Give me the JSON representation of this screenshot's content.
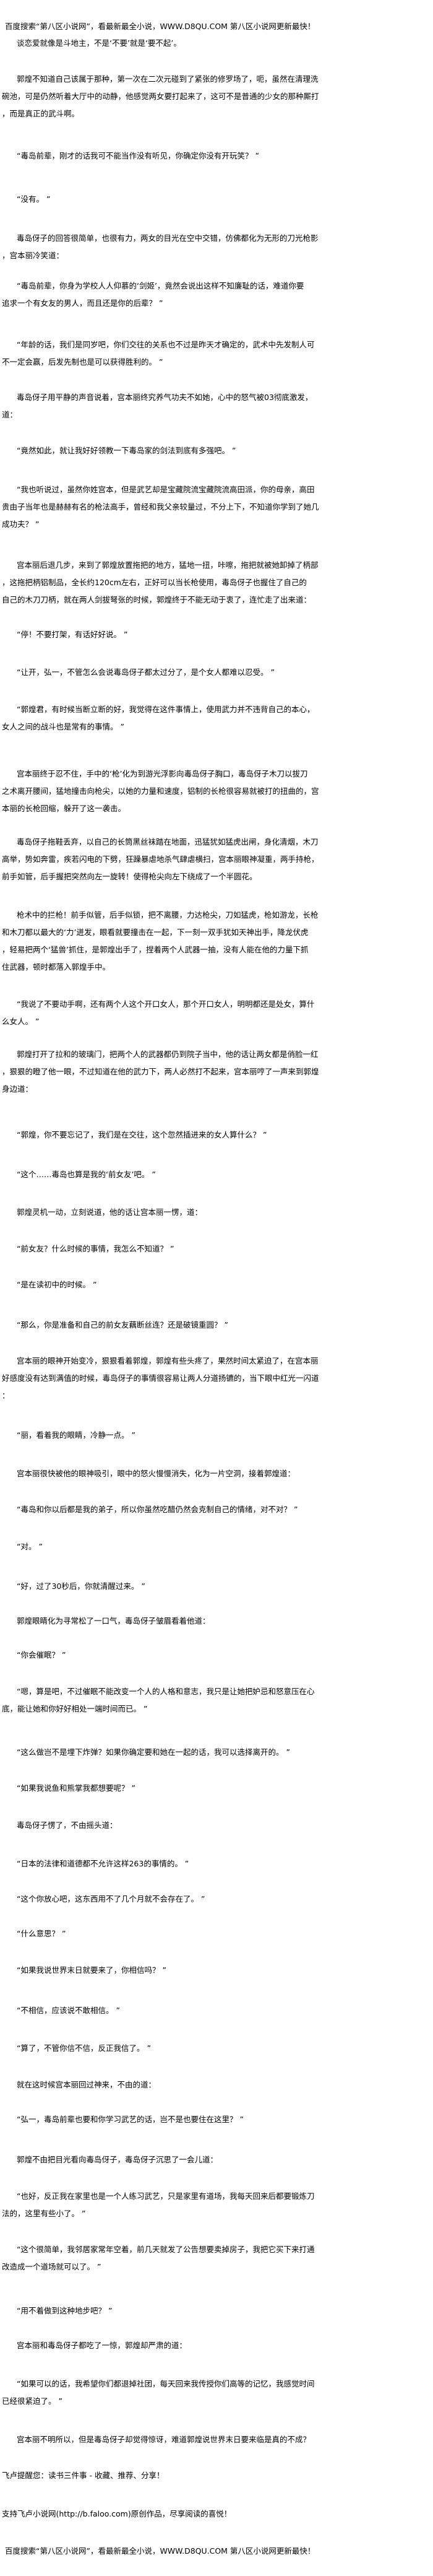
{
  "header_notice": "百度搜索“第八区小说网”，看最新最全小说，WWW.D8QU.COM  第八区小说网更新最快！",
  "tagline": "谈恋爱就像是斗地主，不是‘不要’就是‘要不起’。",
  "paragraphs": [
    {
      "lines": [
        "郭煌不知道自己该属于那种，第一次在二次元碰到了紧张的修罗场了，呃，虽然在清理洗",
        "碗池，可是仍然听着大厅中的动静，他感觉两女要打起来了，这可不是普通的少女的那种厮打",
        "，而是真正的武斗啊。"
      ]
    },
    {
      "lines": [
        "“毒岛前辈，刚才的话我可不能当作没有听见，你确定你没有开玩笑？ ”"
      ]
    },
    {
      "lines": [
        "“没有。 ”"
      ]
    },
    {
      "lines": [
        "毒岛伢子的回答很简单，也很有力，两女的目光在空中交错，仿佛都化为无形的刀光枪影",
        "，宫本丽冷笑道："
      ]
    },
    {
      "lines": [
        "“毒岛前辈，你身为学校人人仰慕的‘剑姬’，竟然会说出这样不知廉耻的话，难道你要",
        "追求一个有女友的男人，而且还是你的后辈？ ”"
      ]
    },
    {
      "lines": [
        "“年龄的话，我们是同岁吧，你们交往的关系也不过是昨天才确定的，武术中先发制人可",
        "不一定会赢，后发先制也是可以获得胜利的。 ”"
      ]
    },
    {
      "lines": [
        "毒岛伢子用平静的声音说着，宫本丽终究养气功夫不如她，心中的怒气被03彻底激发，",
        "道："
      ]
    },
    {
      "lines": [
        "“竟然如此，就让我好好领教一下毒岛家的剑法到底有多强吧。 ”"
      ]
    },
    {
      "lines": [
        "“我也听说过，虽然你姓宫本，但是武艺却是宝藏院流宝藏院流高田派，你的母亲，高田",
        "贵由子当年也是赫赫有名的枪法高手，曾经和我父亲较量过，不分上下，不知道你学到了她几",
        "成功夫？ ”"
      ]
    },
    {
      "lines": [
        "宫本丽后退几步，来到了郭煌放置拖把的地方，猛地一扭，咔嚓，拖把就被她卸掉了柄部",
        "，这拖把柄铝制品，全长约120cm左右，正好可以当长枪使用，毒岛伢子也握住了自己的",
        "自己的木刀刀柄，就在两人剑拔弩张的时候，郭煌终于不能无动于衷了，连忙走了出来道："
      ]
    },
    {
      "lines": [
        "“停！不要打架，有话好好说。 ”"
      ]
    },
    {
      "lines": [
        "“让开，弘一，不管怎么会说毒岛伢子都太过分了，是个女人都难以忍受。 ”"
      ]
    },
    {
      "lines": [
        "“郭煌君，有时候当断立断的好，我觉得在这件事情上，使用武力并不违背自己的本心，",
        "女人之间的战斗也是常有的事情。 ”"
      ]
    },
    {
      "lines": [
        "宫本丽终于忍不住，手中的‘枪’化为到游光浮影向毒岛伢子胸口，毒岛伢子木刀以拔刀",
        "之术离开腰间，猛地撞击向枪尖，以她的力量和速度，铝制的长枪很容易就被打的扭曲的，宫",
        "本丽的长枪回缩，躲开了这一袭击。"
      ]
    },
    {
      "lines": [
        "毒岛伢子拖鞋丢弃，以自己的长筒黑丝袜踏在地面，迅猛犹如猛虎出闸，身化清烟，木刀",
        "高举，势如奔雷，疾若闪电的下劈，狂躁暴虐地杀气肆虐横扫，宫本丽眼神凝重，两手持枪，",
        "前手如管，后手握把突然向左一旋转！使得枪尖向左下绕成了一个半圆花。"
      ]
    },
    {
      "lines": [
        "枪术中的拦枪！前手似管，后手似锁，把不离腰，力达枪尖，刀如猛虎，枪如游龙，长枪",
        "和木刀都以最大的‘力’迸发，眼看就要撞击在一起，下一刻一双手犹如天神出手，降龙伏虎",
        "，轻易把两个‘猛兽’抓住，是郭煌出手了，捏着两个人武器一抽，没有人能在他的力量下抓",
        "住武器，顿时都落入郭煌手中。"
      ]
    },
    {
      "lines": [
        "“我说了不要动手啊，还有两个人这个开口女人，那个开口女人，明明都还是处女，算什",
        "么女人。 ”"
      ]
    },
    {
      "lines": [
        "郭煌打开了拉和的玻璃门，把两个人的武器都仍到院子当中，他的话让两女都是俏脸一红",
        "，狠狠的瞪了他一眼，不过知道在他的武力下，两人必然打不起来，宫本丽哼了一声来到郭煌",
        "身边道："
      ]
    },
    {
      "lines": [
        "“郭煌，你不要忘记了，我们是在交往，这个忽然插进来的女人算什么？ ”"
      ]
    },
    {
      "lines": [
        "“这个……毒岛也算是我的‘前女友’吧。 ”"
      ]
    },
    {
      "lines": [
        "郭煌灵机一动，立刻说道，他的话让宫本丽一愣，道："
      ]
    },
    {
      "lines": [
        "“前女友？什么时候的事情，我怎么不知道？ ”"
      ]
    },
    {
      "lines": [
        "“是在读初中的时候。 ”"
      ]
    },
    {
      "lines": [
        "“那么，你是准备和自己的前女友藕断丝连？还是破镜重圆？ ”"
      ]
    },
    {
      "lines": [
        "宫本丽的眼神开始变冷，狠狠看着郭煌，郭煌有些头疼了，果然时间太紧迫了，在宫本丽",
        "好感度没有达到满值的时候，毒岛伢子的事情很容易让两人分道扬镳的，当下眼中红光一闪道",
        "："
      ]
    },
    {
      "lines": [
        "“丽，看着我的眼睛，冷静一点。 ”"
      ]
    },
    {
      "lines": [
        "宫本丽很快被他的眼神吸引，眼中的怒火慢慢消失，化为一片空洞，接着郭煌道："
      ]
    },
    {
      "lines": [
        "“毒岛和你以后都是我的弟子，所以你虽然吃醋仍然会克制自己的情绪，对不对？ ”"
      ]
    },
    {
      "lines": [
        "“对。 ”"
      ]
    },
    {
      "lines": [
        "“好，过了30秒后，你就清醒过来。 ”"
      ]
    },
    {
      "lines": [
        "郭煌眼睛化为寻常松了一口气，毒岛伢子皱眉看着他道："
      ]
    },
    {
      "lines": [
        "“你会催眠？ ”"
      ]
    },
    {
      "lines": [
        "“嗯，算是吧，不过催眠不能改变一个人的人格和意志，我只是让她把妒忌和怒意压在心",
        "底，能让她和你好好相处一端时间而已。 ”"
      ]
    },
    {
      "lines": [
        "“这么做岂不是埋下炸弹？如果你确定要和她在一起的话，我可以选择离开的。 ”"
      ]
    },
    {
      "lines": [
        "“如果我说鱼和熊掌我都想要呢？ ”"
      ]
    },
    {
      "lines": [
        "毒岛伢子愣了，不由摇头道："
      ]
    },
    {
      "lines": [
        "“日本的法律和道德都不允许这样263的事情的。 ”"
      ]
    },
    {
      "lines": [
        "“这个你放心吧，这东西用不了几个月就不会存在了。 ”"
      ]
    },
    {
      "lines": [
        "“什么意思？ ”"
      ]
    },
    {
      "lines": [
        "“如果我说世界末日就要来了，你相信吗？ ”"
      ]
    },
    {
      "lines": [
        "“不相信，应该说不敢相信。 ”"
      ]
    },
    {
      "lines": [
        "“算了，不管你信不信，反正我信了。 ”"
      ]
    },
    {
      "lines": [
        "就在这时候宫本丽回过神来，不由的道："
      ]
    },
    {
      "lines": [
        "“弘一，毒岛前辈也要和你学习武艺的话，岂不是也要住在这里？ ”"
      ]
    },
    {
      "lines": [
        "郭煌不由把目光看向毒岛伢子，毒岛伢子沉思了一会儿道："
      ]
    },
    {
      "lines": [
        "“也好，反正我在家里也是一个人练习武艺，只是家里有道场，我每天回来后都要锻炼刀",
        "法的，这里有些小了。 ”"
      ]
    },
    {
      "lines": [
        "“这个很简单，我邻居家常年空着，前几天就发了公告想要卖掉房子，我把它买下来打通",
        "改造成一个道场就可以了。 ”"
      ]
    },
    {
      "lines": [
        "“用不着做到这种地步吧？ ”"
      ]
    },
    {
      "lines": [
        "宫本丽和毒岛伢子都吃了一惊，郭煌却严肃的道："
      ]
    },
    {
      "lines": [
        "“如果可以的话，我希望你们都退掉社团，每天回来我传授你们高等的记忆，我感觉时间",
        "已经很紧迫了。 ”"
      ]
    },
    {
      "lines": [
        "宫本丽不明所以，但是毒岛伢子却觉得惊讶，难道郭煌说世界末日要来临是真的不成？"
      ]
    }
  ],
  "footer": {
    "reminder": "飞卢提醒您：读书三件事 - 收藏、推荐、分享！",
    "support": "支持飞卢小说网(http://b.faloo.com)原创作品，尽享阅读的喜悦！",
    "notice": "百度搜索“第八区小说网”，看最新最全小说，WWW.D8QU.COM  第八区小说网更新最快！"
  }
}
